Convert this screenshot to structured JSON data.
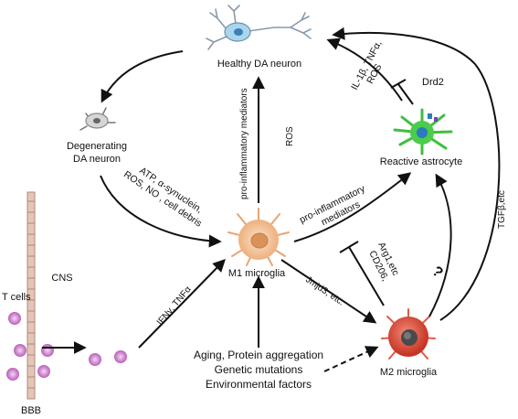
{
  "nodes": {
    "healthy_neuron": "Healthy DA neuron",
    "degenerating_neuron_line1": "Degenerating",
    "degenerating_neuron_line2": "DA neuron",
    "reactive_astrocyte": "Reactive astrocyte",
    "m1_microglia": "M1 microglia",
    "m2_microglia": "M2 microglia",
    "t_cells": "T cells",
    "cns": "CNS",
    "bbb": "BBB"
  },
  "labels": {
    "drd2": "Drd2",
    "il1b_line1": "IL-1β, TNFα,",
    "il1b_line2": "ROS",
    "ros": "ROS",
    "proinflam_vertical": "pro-inflammatory mediators",
    "proinflam_astro_line1": "pro-inflammatory",
    "proinflam_astro_line2": "mediators",
    "atp_line1": "ATP, α-synuclein,",
    "atp_line2": "ROS, NO , cell debris",
    "ifn": "IFNγ, TNFα",
    "jmjd3": "Jmjd3, etc.",
    "cd206_line1": "CD206,",
    "cd206_line2": "Arg1,etc",
    "question": "?",
    "tgfb": "TGFβ,etc"
  },
  "factors": {
    "line1": "Aging, Protein aggregation",
    "line2": "Genetic mutations",
    "line3": "Environmental factors"
  },
  "colors": {
    "m1_cell": "#f2c49b",
    "m1_nucleus": "#d9925a",
    "m2_cell": "#e0503d",
    "m2_nucleus": "#4a4a4a",
    "astrocyte": "#3fbf3f",
    "astrocyte_core": "#2a7bbf",
    "neuron": "#8ec8e8",
    "t_cell": "#c77dc7",
    "bbb": "#c8a79a"
  }
}
